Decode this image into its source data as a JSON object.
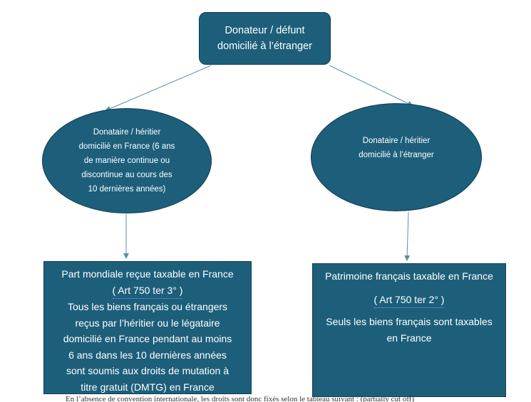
{
  "root": {
    "lines": [
      "Donateur / défunt",
      "domicilié à l’étranger"
    ]
  },
  "left_ellipse": {
    "lines": [
      "Donataire / héritier",
      "domicilié en France (6 ans",
      "de manière continue ou",
      "discontinue au cours des",
      "10 dernières années)"
    ]
  },
  "right_ellipse": {
    "lines": [
      "Donataire / héritier",
      "domicilié à l’étranger"
    ]
  },
  "left_box": {
    "title": "Part mondiale reçue taxable en France",
    "reference": "( Art 750 ter 3° )",
    "body_lines": [
      "Tous les biens français ou étrangers",
      "reçus par l’héritier ou le légataire",
      "domicilié en France pendant au moins",
      "6 ans dans les 10 dernières années",
      "sont soumis aux droits de mutation à",
      "titre gratuit (DMTG) en France"
    ]
  },
  "right_box": {
    "title": "Patrimoine français taxable en France",
    "reference": "( Art 750 ter 2° )",
    "body_lines": [
      "Seuls les biens français sont taxables",
      "en France"
    ]
  },
  "footer": {
    "text": "En l’absence de convention internationale, les droits sont donc fixés selon le tableau suivant : (partially cut off)"
  },
  "colors": {
    "node_fill": "#1d5f7a",
    "node_border": "#0f3c52",
    "node_text": "#ffffff",
    "connector": "#5b8fa8"
  }
}
